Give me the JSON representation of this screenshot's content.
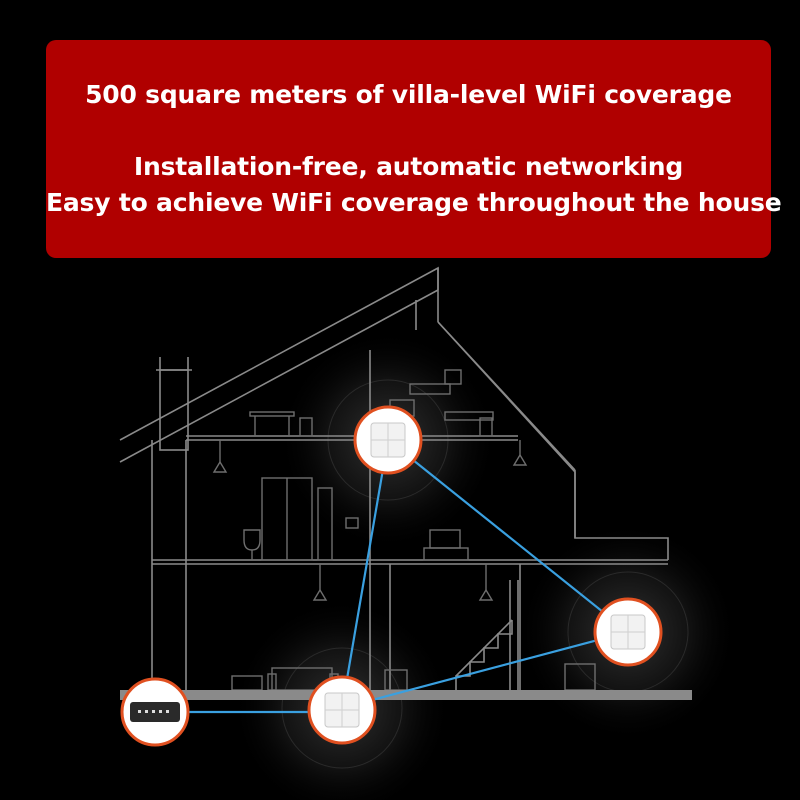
{
  "banner": {
    "headline": "500 square meters of villa-level WiFi coverage",
    "line2": "Installation-free, automatic networking",
    "line3": "Easy to achieve WiFi coverage throughout the house"
  },
  "colors": {
    "banner_bg": "#b00000",
    "background": "#000000",
    "link_line": "#3aa0e0",
    "node_ring": "#e05020",
    "house_outline": "#8a8a8a"
  },
  "devices": {
    "node_icon": "mesh-router-cube-icon",
    "modem_icon": "modem-icon"
  }
}
